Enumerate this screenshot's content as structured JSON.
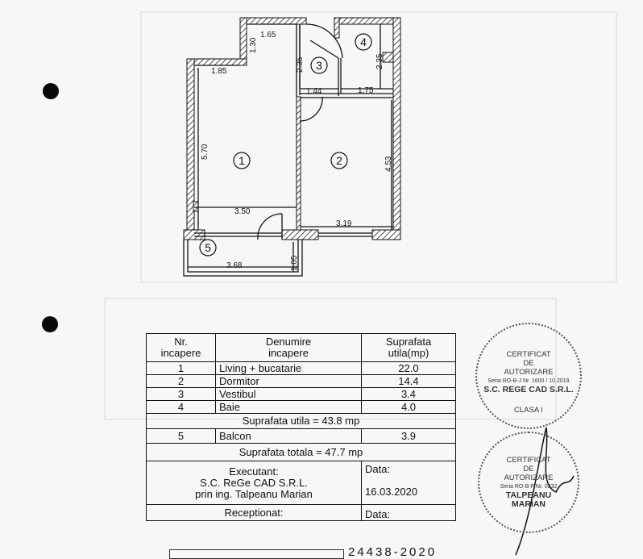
{
  "floor_plan": {
    "rooms": [
      "1",
      "2",
      "3",
      "4",
      "5"
    ],
    "dimensions": {
      "d_1_65": "1.65",
      "d_1_30": "1.30",
      "d_1_85": "1.85",
      "d_2_35a": "2.35",
      "d_2_35b": "2.35",
      "d_1_44": "1.44",
      "d_1_75": "1.75",
      "d_5_70": "5.70",
      "d_4_53": "4.53",
      "d_3_50": "3.50",
      "d_3_19": "3.19",
      "d_3_68": "3.68",
      "d_1_05": "1.05"
    }
  },
  "table": {
    "headers": {
      "nr": "Nr.",
      "nr2": "incapere",
      "name": "Denumire",
      "name2": "incapere",
      "area": "Suprafata",
      "area2": "utila(mp)"
    },
    "rows": [
      {
        "nr": "1",
        "name": "Living + bucatarie",
        "area": "22.0"
      },
      {
        "nr": "2",
        "name": "Dormitor",
        "area": "14.4"
      },
      {
        "nr": "3",
        "name": "Vestibul",
        "area": "3.4"
      },
      {
        "nr": "4",
        "name": "Baie",
        "area": "4.0"
      }
    ],
    "useful_total": "Suprafata utila = 43.8 mp",
    "balcony": {
      "nr": "5",
      "name": "Balcon",
      "area": "3.9"
    },
    "grand_total": "Suprafata totala = 47.7 mp",
    "executant_label": "Executant:",
    "executant_company": "S.C. ReGe CAD S.R.L.",
    "executant_person": "prin ing. Talpeanu Marian",
    "date_label": "Data:",
    "date_value": "16.03.2020",
    "received_label": "Receptionat:",
    "received_date_label": "Data:"
  },
  "stamps": {
    "company": {
      "l1": "CERTIFICAT",
      "l2": "DE",
      "l3": "AUTORIZARE",
      "l4": "Seria RO-B-J Nr. 1600 / 10.2019",
      "l5": "S.C. REGE CAD S.R.L.",
      "l6": "CLASA I"
    },
    "person": {
      "l1": "CERTIFICAT",
      "l2": "DE",
      "l3": "AUTORIZARE",
      "l4": "Seria RO-B-F Nr. 0232",
      "l5": "TALPEANU",
      "l6": "MARIAN"
    }
  },
  "registration_number": "24438-2020"
}
